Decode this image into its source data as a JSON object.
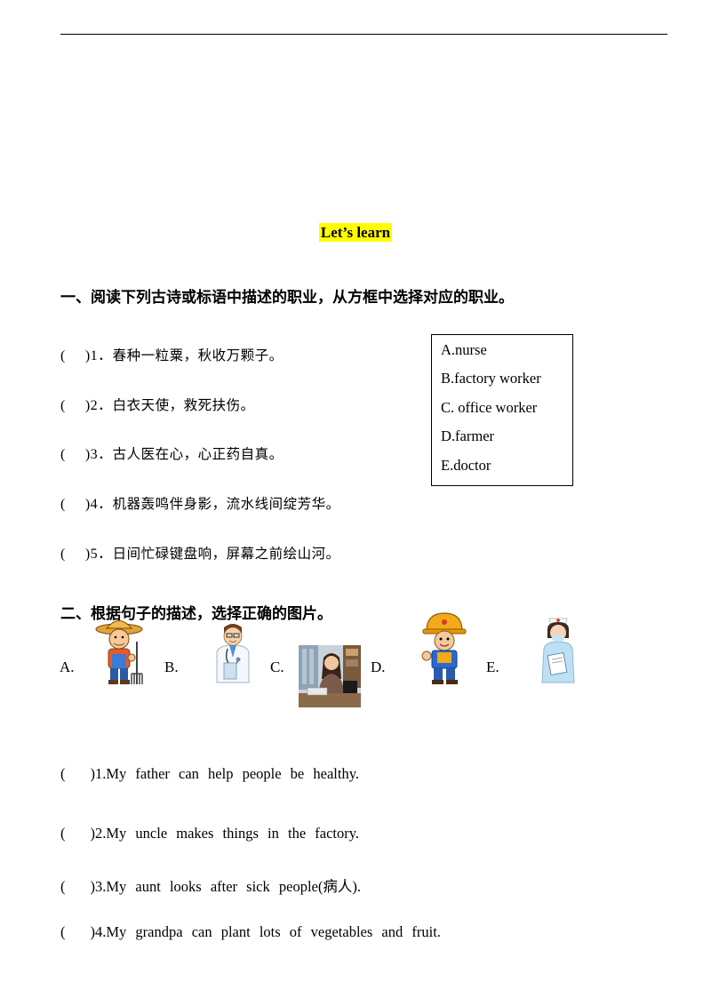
{
  "title": "Let’s  learn",
  "part1": {
    "heading": "一、阅读下列古诗或标语中描述的职业，从方框中选择对应的职业。",
    "questions": [
      {
        "num": ")1．",
        "text": "春种一粒粟，秋收万颗子。"
      },
      {
        "num": ")2．",
        "text": "白衣天使，救死扶伤。"
      },
      {
        "num": ")3．",
        "text": "古人医在心，心正药自真。"
      },
      {
        "num": ")4．",
        "text": "机器轰鸣伴身影，流水线间绽芳华。"
      },
      {
        "num": ")5．",
        "text": "日间忙碌键盘响，屏幕之前绘山河。"
      }
    ],
    "options": [
      "A.nurse",
      "B.factory worker",
      "C. office worker",
      "D.farmer",
      "E.doctor"
    ]
  },
  "part2": {
    "heading": "二、根据句子的描述，选择正确的图片。",
    "picture_labels": [
      "A.",
      "B.",
      "C.",
      "D.",
      "E."
    ],
    "questions": [
      {
        "num": ")1.",
        "text": "My father can help people be healthy."
      },
      {
        "num": ")2.",
        "text": "My uncle makes things in the factory."
      },
      {
        "num": ")3.",
        "text": "My aunt looks after sick people(病人)."
      },
      {
        "num": ")4.",
        "text": "My grandpa can plant lots of vegetables and fruit."
      }
    ]
  },
  "paren_open": "(",
  "icons": [
    "farmer-icon",
    "doctor-icon",
    "office-worker-icon",
    "factory-worker-icon",
    "nurse-icon"
  ]
}
